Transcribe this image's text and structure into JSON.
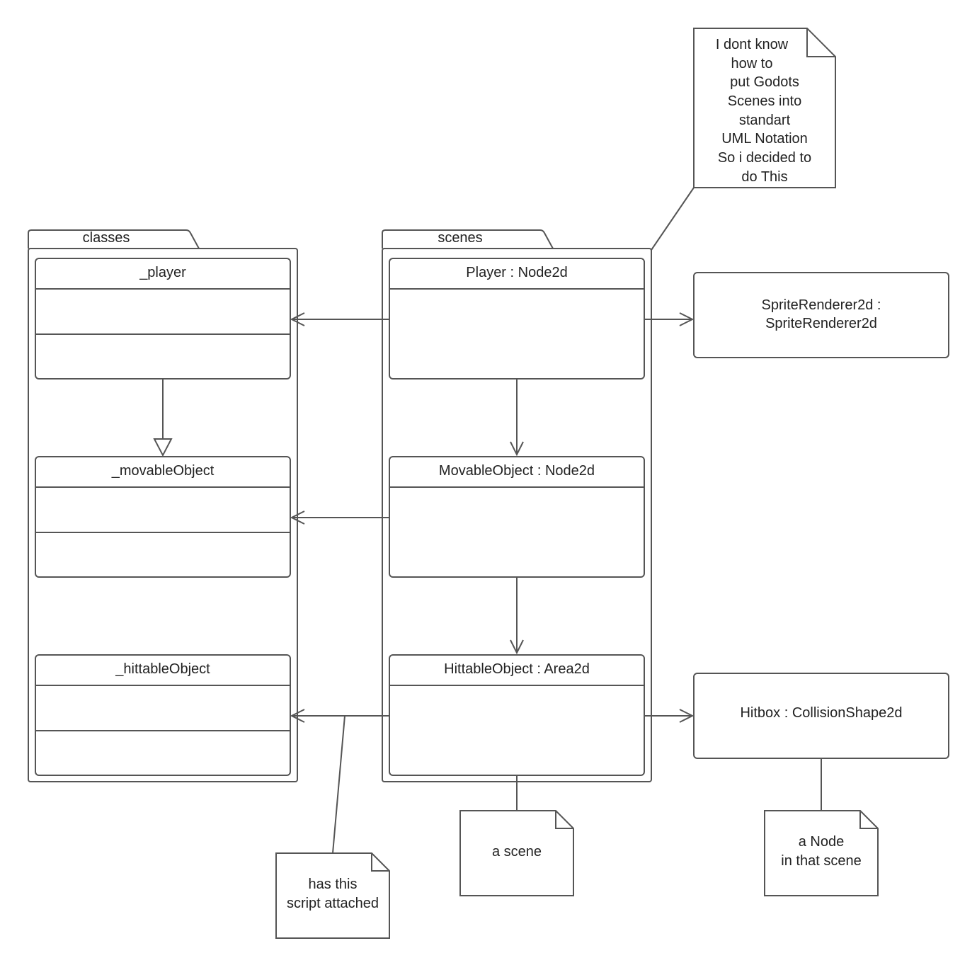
{
  "packages": {
    "classes": {
      "label": "classes"
    },
    "scenes": {
      "label": "scenes"
    }
  },
  "classes": {
    "player": {
      "name": "_player"
    },
    "movable": {
      "name": "_movableObject"
    },
    "hittable": {
      "name": "_hittableObject"
    }
  },
  "scenes": {
    "player": {
      "name": "Player : Node2d"
    },
    "movable": {
      "name": "MovableObject : Node2d"
    },
    "hittable": {
      "name": "HittableObject : Area2d"
    }
  },
  "nodes": {
    "sprite": {
      "lines": [
        "SpriteRenderer2d :",
        "SpriteRenderer2d"
      ]
    },
    "hitbox": {
      "lines": [
        "Hitbox : CollisionShape2d"
      ]
    }
  },
  "notes": {
    "godot": {
      "lines": [
        "I dont know",
        "how to",
        "put Godots",
        "Scenes into",
        "standart",
        "UML Notation",
        "So i decided to",
        "do This"
      ]
    },
    "script": {
      "lines": [
        "has this",
        "script attached"
      ]
    },
    "scene": {
      "lines": [
        "a scene"
      ]
    },
    "node": {
      "lines": [
        "a Node",
        "in that scene"
      ]
    }
  }
}
